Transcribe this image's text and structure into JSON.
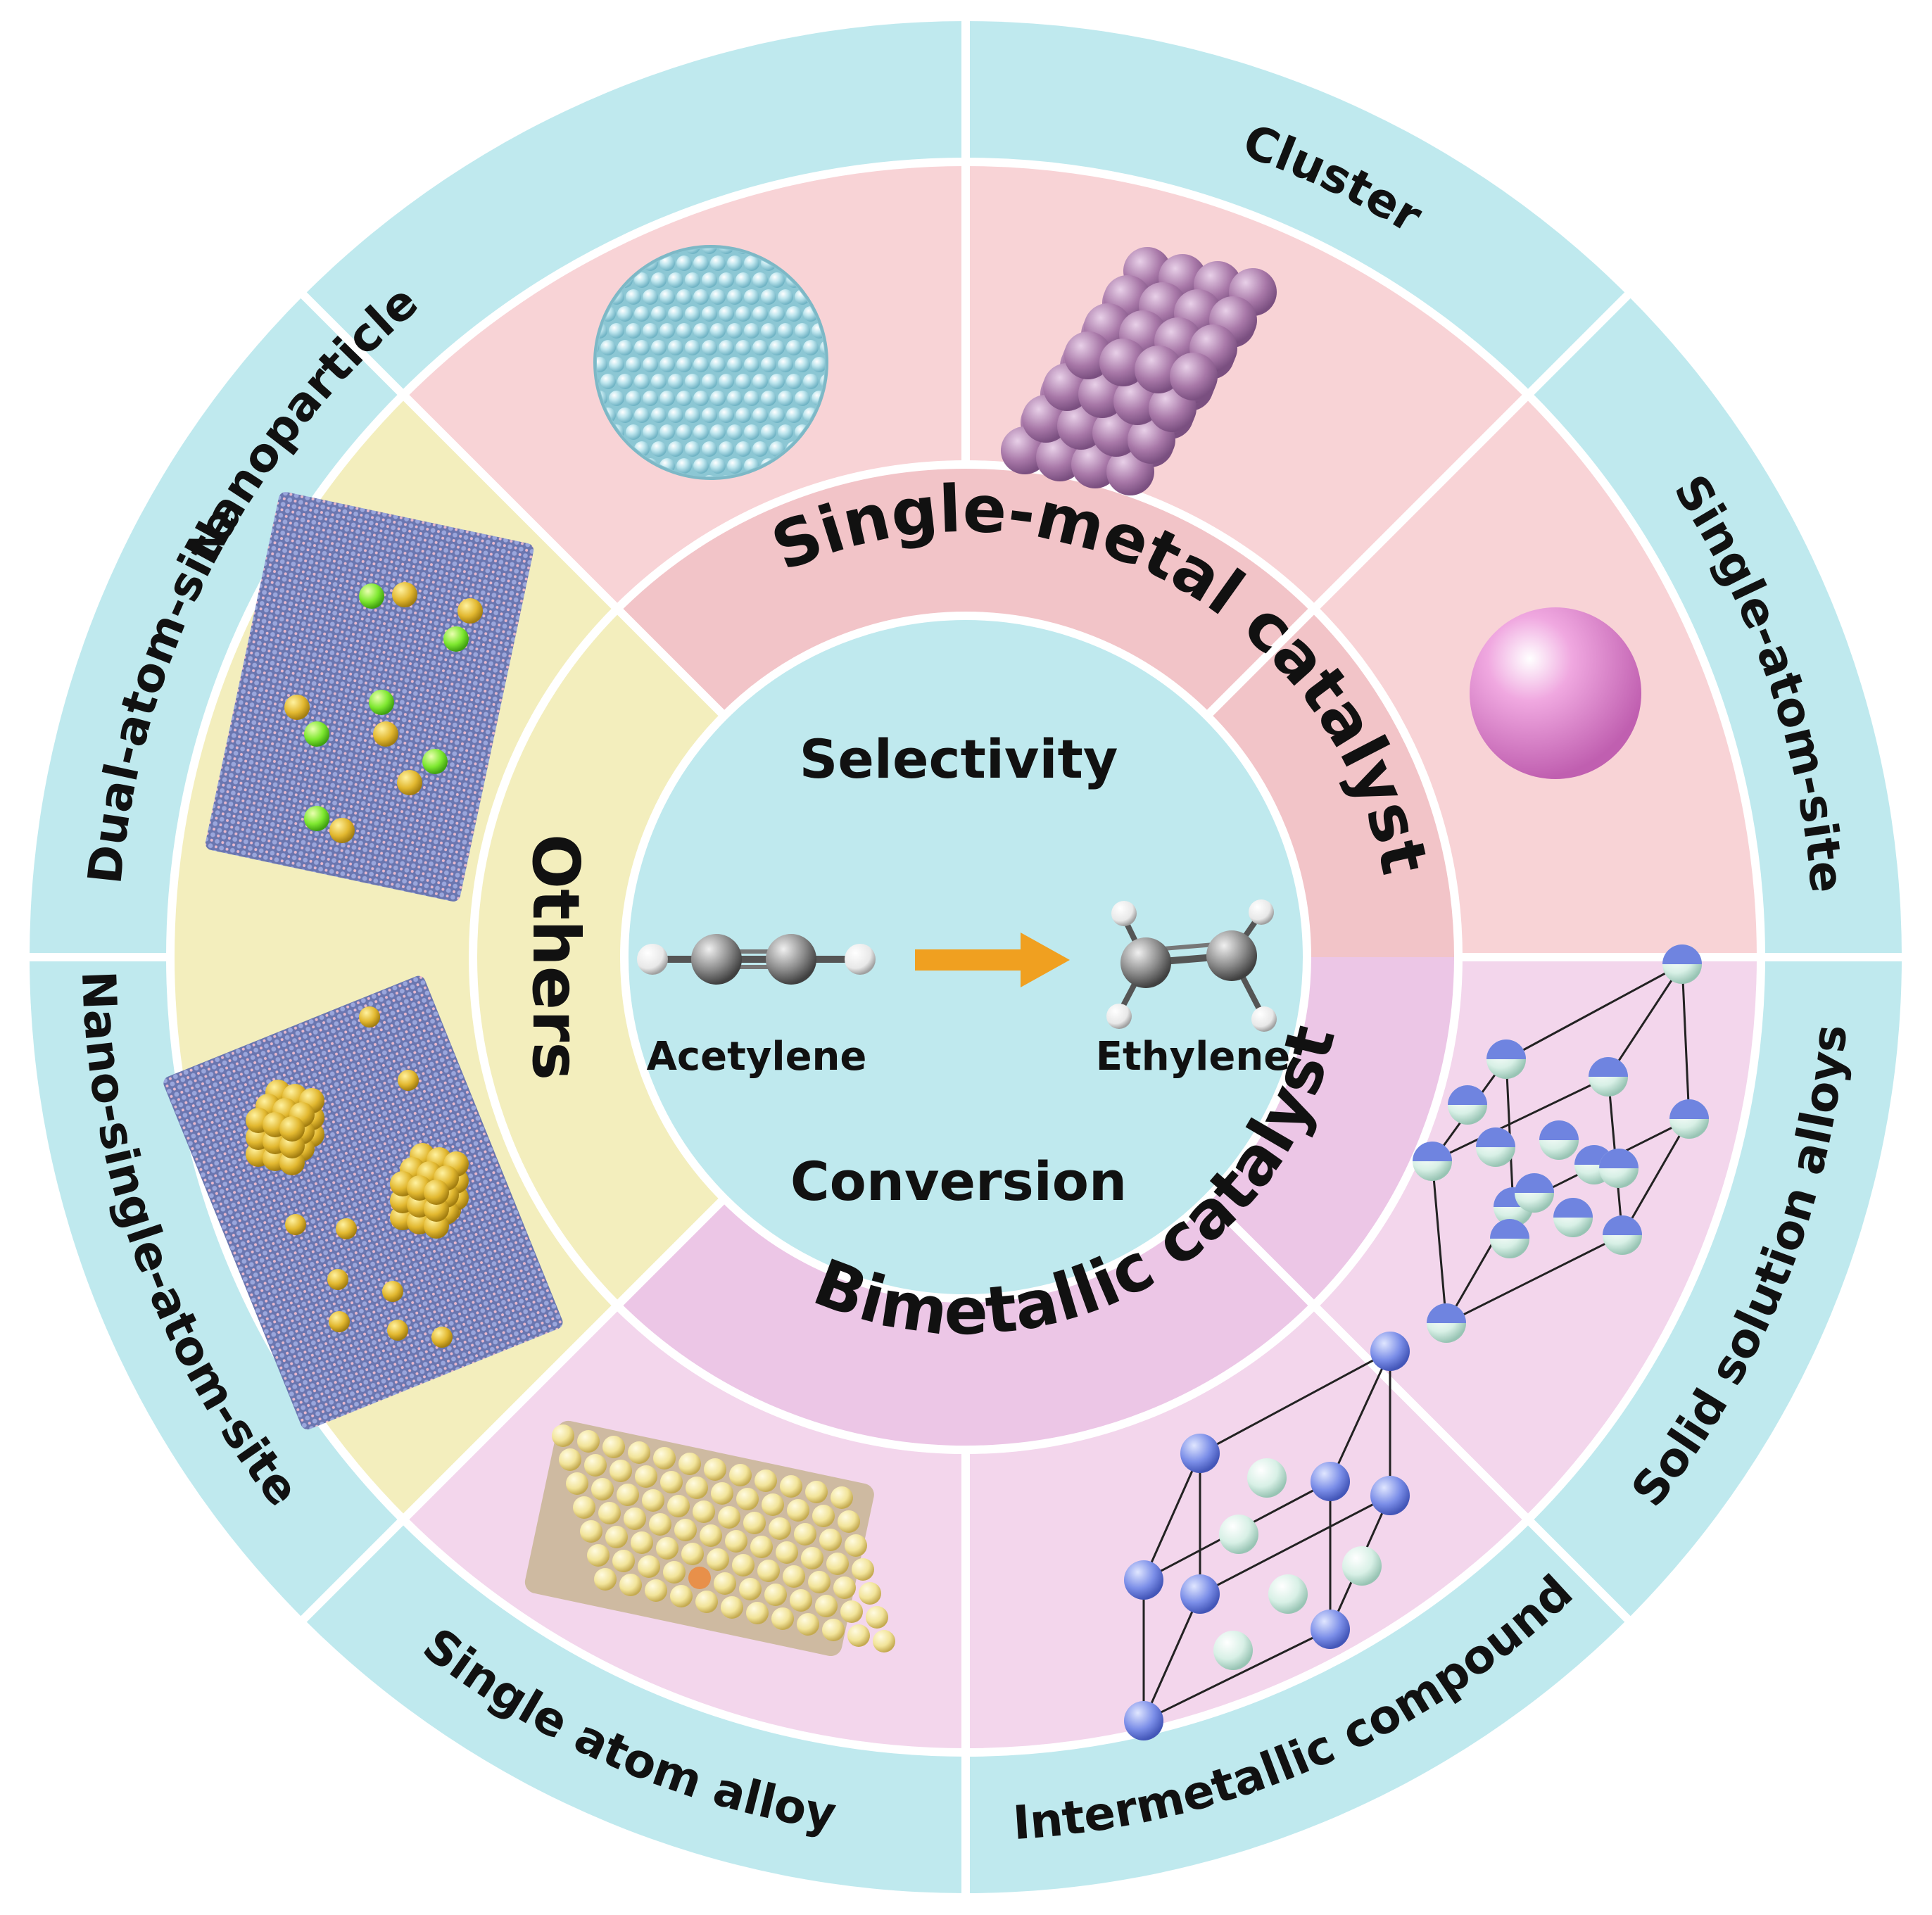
{
  "colors": {
    "outer_ring": "#bfe9ee",
    "single_metal": "#f8d3d6",
    "single_metal_band": "#f2c4c8",
    "bimetallic": "#f3d6ec",
    "bimetallic_band": "#ecc6e6",
    "others": "#f3eebd",
    "center": "#bfe9ee",
    "separator": "#ffffff",
    "arrow": "#f0a020"
  },
  "outer_labels": {
    "nanoparticle": "Nanoparticle",
    "cluster": "Cluster",
    "single_atom_site": "Single-atom-site",
    "solid_solution": "Solid solution alloys",
    "intermetallic": "Intermetallic compound",
    "single_atom_alloy": "Single atom alloy",
    "nano_single_atom_site": "Nano-single-atom-site",
    "dual_atom_site": "Dual-atom-site"
  },
  "categories": {
    "single_metal": "Single-metal catalyst",
    "bimetallic": "Bimetallic catalyst",
    "others": "Others"
  },
  "center": {
    "selectivity": "Selectivity",
    "conversion": "Conversion",
    "reactant": "Acetylene",
    "product": "Ethylene"
  },
  "icons": {
    "nanoparticle": "nanoparticle-sphere-icon",
    "cluster": "atom-cluster-icon",
    "single_atom": "single-atom-sphere-icon",
    "dual_atom": "dual-atom-lattice-icon",
    "nano_single_atom": "nano-cluster-lattice-icon",
    "single_atom_alloy": "single-atom-alloy-icon",
    "intermetallic": "intermetallic-crystal-icon",
    "solid_solution": "solid-solution-crystal-icon",
    "acetylene": "acetylene-molecule-icon",
    "ethylene": "ethylene-molecule-icon",
    "arrow": "reaction-arrow-icon"
  }
}
